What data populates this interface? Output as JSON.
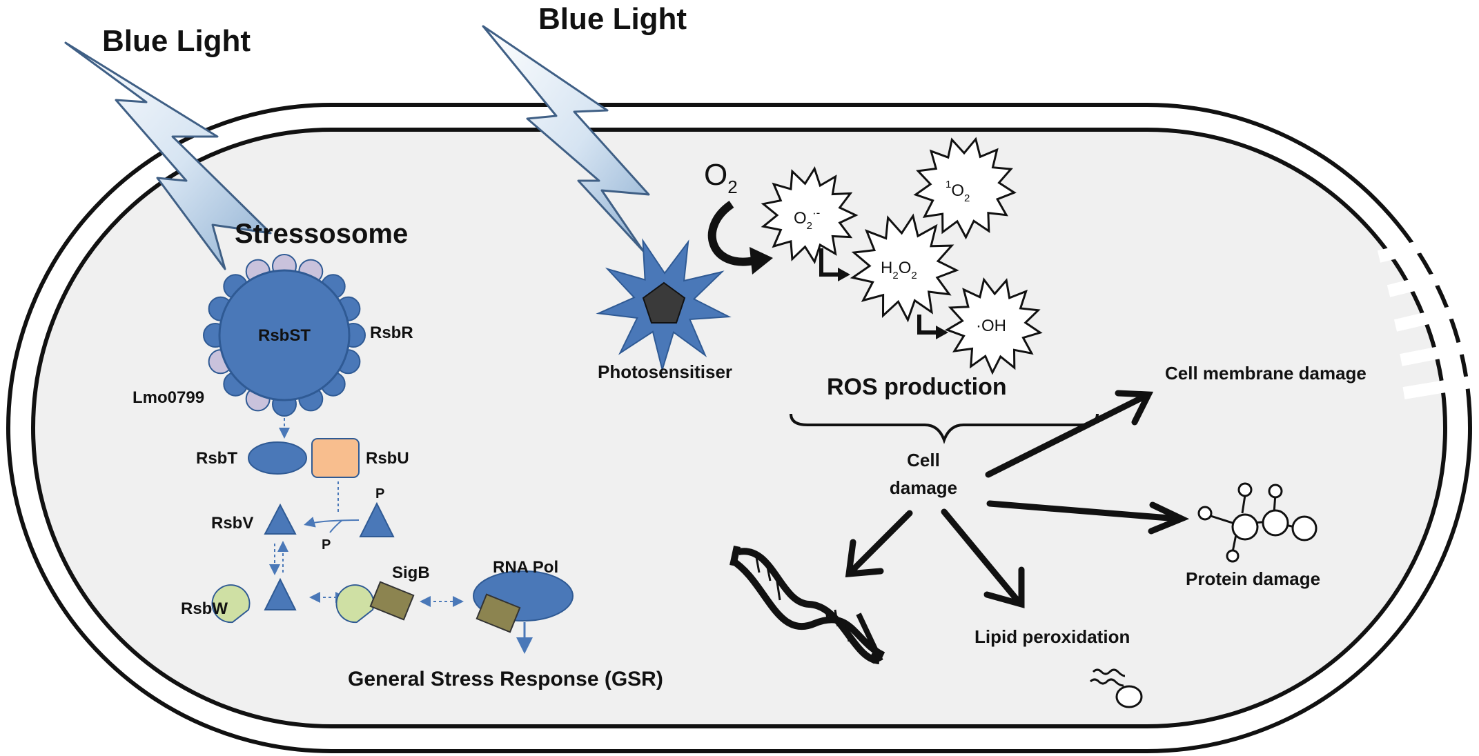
{
  "light_labels": {
    "left": "Blue Light",
    "right": "Blue Light"
  },
  "stressosome": {
    "title": "Stressosome",
    "core": "RsbST",
    "rsbR": "RsbR",
    "lmo0799": "Lmo0799"
  },
  "pathway": {
    "rsbT": "RsbT",
    "rsbU": "RsbU",
    "rsbV": "RsbV",
    "p_top": "P",
    "p_bottom": "P",
    "rsbW": "RsbW",
    "sigB": "SigB",
    "rnaPol": "RNA Pol",
    "gsr": "General Stress Response (GSR)"
  },
  "ros": {
    "o2_base": "O",
    "o2_sub": "2",
    "superoxide_base": "O",
    "superoxide_sub": "2",
    "superoxide_sup": "·-",
    "singlet_sup": "1",
    "singlet_base": "O",
    "singlet_sub": "2",
    "h2o2_h": "H",
    "h2o2_sub1": "2",
    "h2o2_o": "O",
    "h2o2_sub2": "2",
    "hydroxyl": "·OH",
    "photosensitiser": "Photosensitiser",
    "ros_production": "ROS production"
  },
  "damage": {
    "cell_damage_line1": "Cell",
    "cell_damage_line2": "damage",
    "membrane": "Cell membrane damage",
    "protein": "Protein damage",
    "lipid": "Lipid peroxidation"
  },
  "colors": {
    "protein_blue": "#4a78b8",
    "protein_stroke": "#2f5a94",
    "rsbr_lilac": "#c9c2dc",
    "rsbu_peach": "#f8be8e",
    "rsbw_green": "#cfe0a4",
    "sigb_olive": "#8c8450",
    "cell_fill": "#f0f0f0",
    "arrow_blue": "#4a78b8"
  }
}
